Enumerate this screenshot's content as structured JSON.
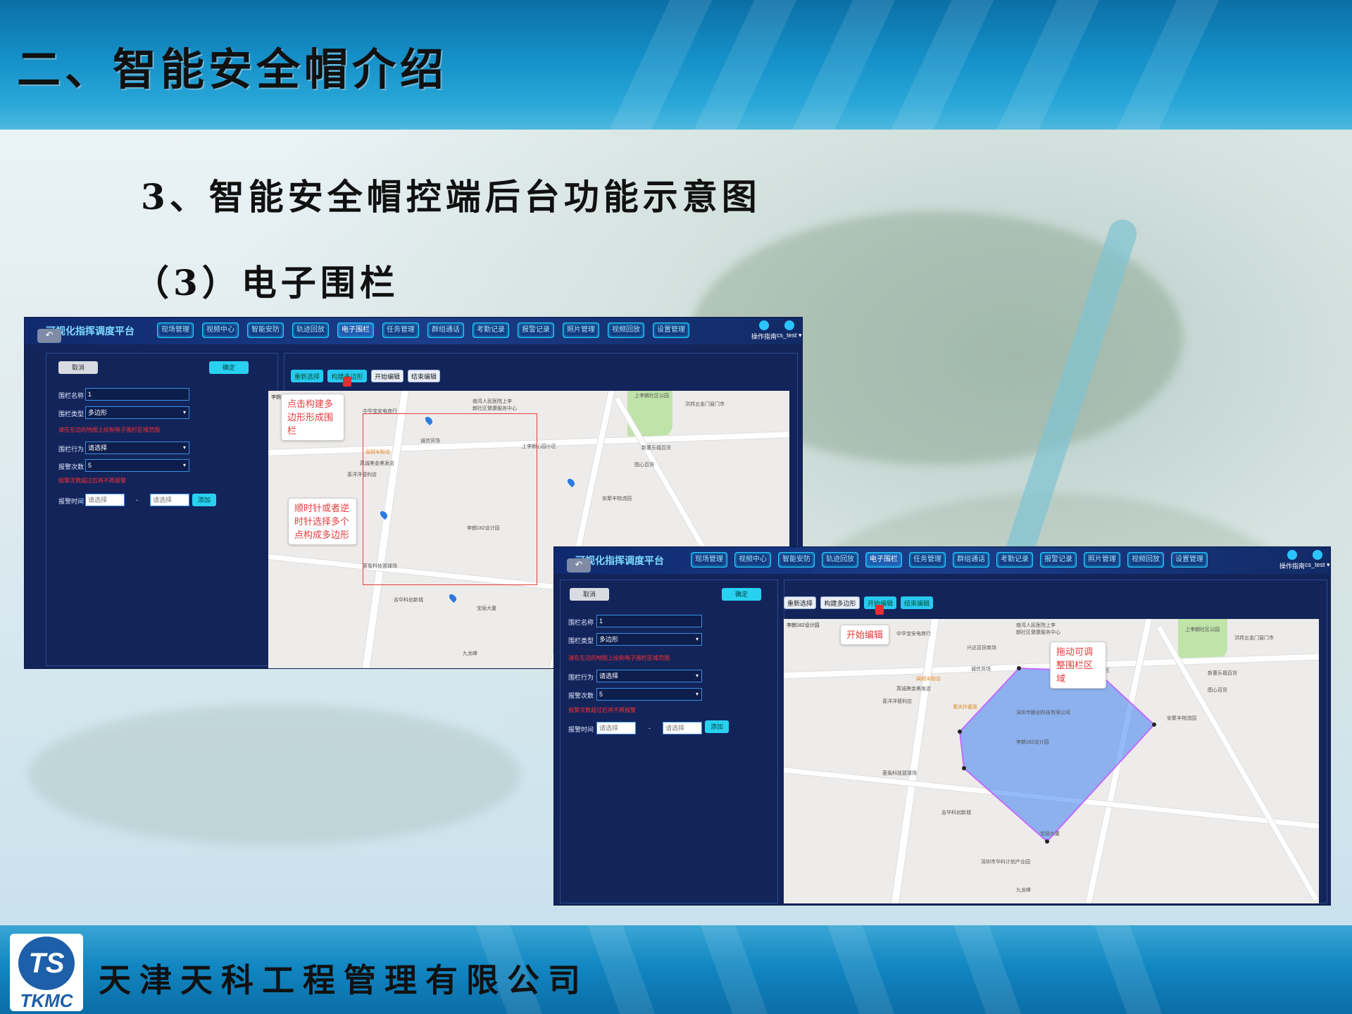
{
  "slide": {
    "title": "二、智能安全帽介绍",
    "subtitle": "3、智能安全帽控端后台功能示意图",
    "section": "（3）电子围栏",
    "company": "天津天科工程管理有限公司",
    "logo_letters": "TS",
    "logo_text": "TKMC"
  },
  "app": {
    "brand": "可视化指挥调度平台",
    "nav": [
      "现场管理",
      "视频中心",
      "智能安防",
      "轨迹回放",
      "电子围栏",
      "任务管理",
      "群组通话",
      "考勤记录",
      "报警记录",
      "照片管理",
      "视频回放",
      "设置管理"
    ],
    "active_nav": "电子围栏",
    "user_ops": "操作指南",
    "user_name": "cs_test",
    "back_icon": "undo-arrow-icon",
    "cancel": "取消",
    "confirm": "确定",
    "form": {
      "name_label": "围栏名称",
      "name_value": "1",
      "type_label": "围栏类型",
      "type_value": "多边形",
      "type_hint": "请在左边的地图上绘制电子围栏区域范围",
      "action_label": "围栏行为",
      "action_value": "请选择",
      "count_label": "报警次数",
      "count_value": "5",
      "count_hint": "报警次数超过后将不再报警",
      "time_label": "报警时间",
      "time_start": "请选择",
      "time_sep": "-",
      "time_end": "请选择",
      "add": "添加"
    },
    "tools": [
      "重新选择",
      "构建多边形",
      "开始编辑",
      "结束编辑"
    ],
    "map_search": "李朗182设计园",
    "map_labels": [
      "南湾人民医院上李",
      "朗社区健康服务中心",
      "上李朗社区公园",
      "洪邦五金门窗门市",
      "上李朗心园小区",
      "李朗182设计园",
      "深圳市鹏创科技有限公司",
      "宝丽大厦",
      "九龙峰",
      "吉华科创新城",
      "荟兔科技篮球场",
      "深圳市华科计划产业园",
      "中华宝安电商行",
      "兴达百货商场",
      "诚信货场",
      "真诚美金美发店",
      "喜洋洋便利店",
      "闽越米粉店",
      "重庆炸酱面",
      "新惠乐福百货",
      "图心百货",
      "安聚丰物流园"
    ]
  },
  "annotations": {
    "build_polygon": "点击构建多边形形成围栏",
    "select_points": "顺时针或者逆时针选择多个点构成多边形",
    "start_edit": "开始编辑",
    "drag_adjust": "拖动可调整围栏区域"
  }
}
